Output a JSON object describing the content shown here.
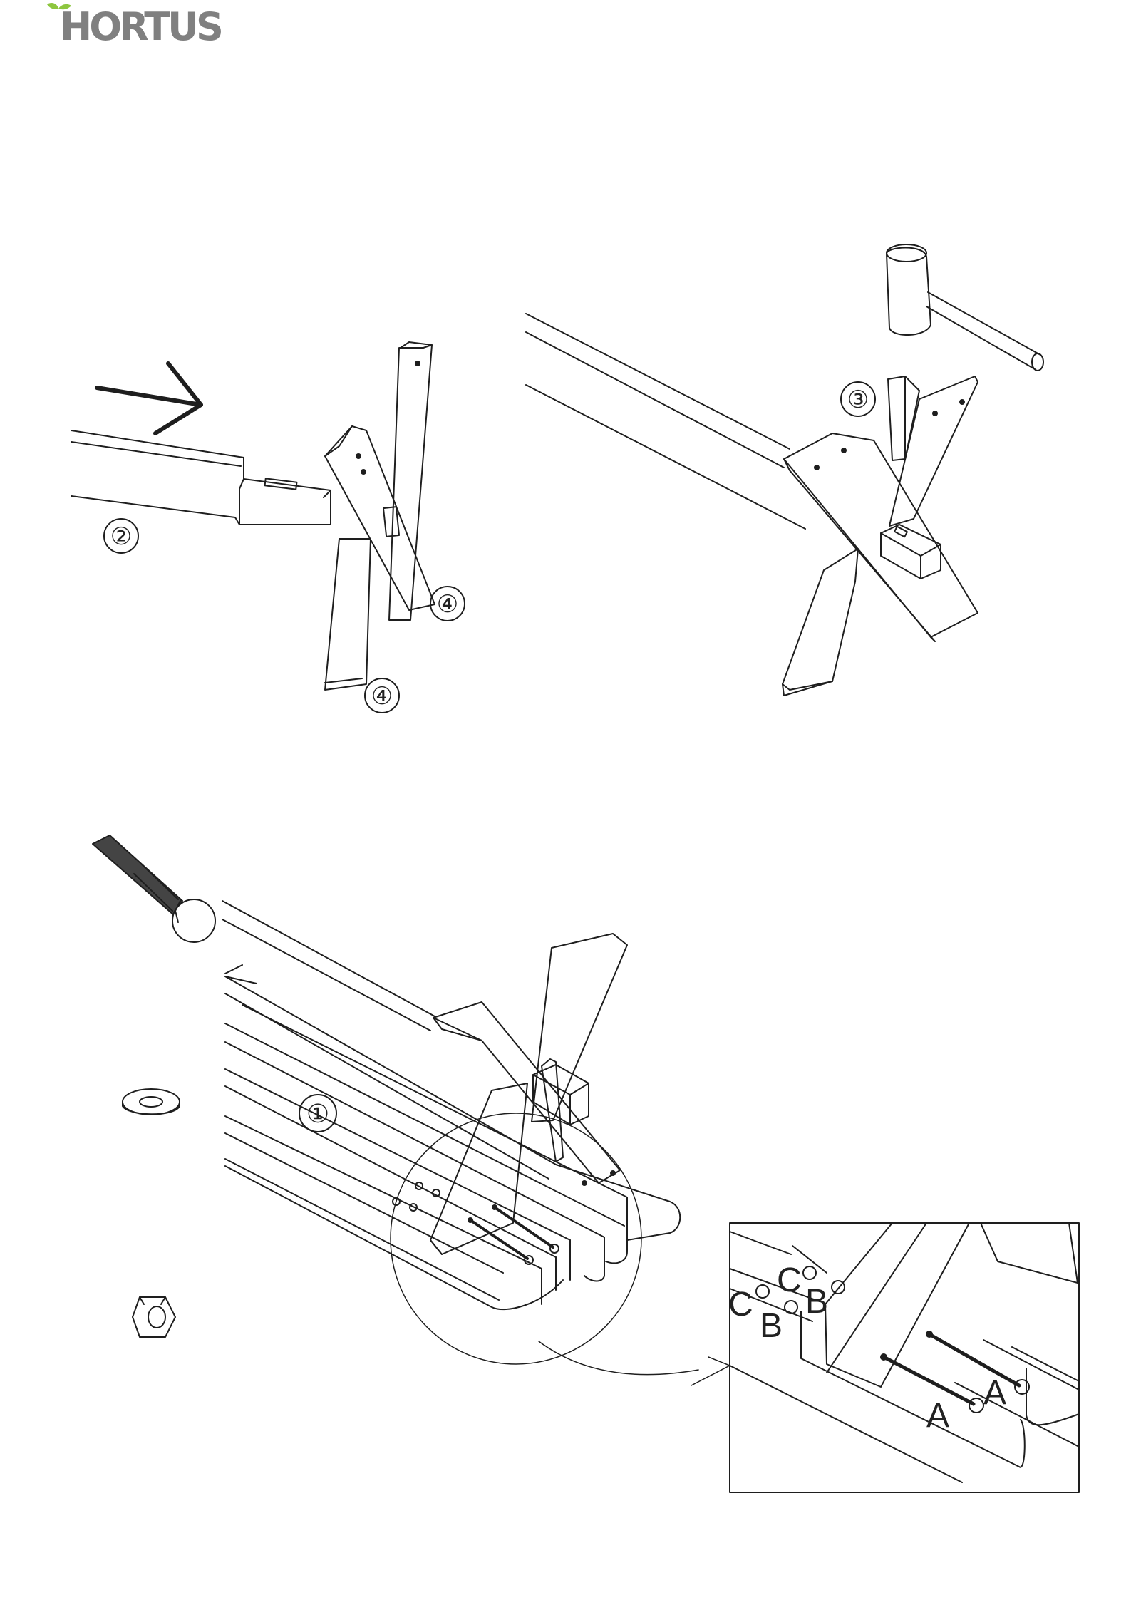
{
  "brand": {
    "name": "HORTUS",
    "accent_color": "#8dc63f",
    "text_color": "#808080"
  },
  "step1": {
    "part_labels": {
      "rail": "②",
      "leg_upper": "④",
      "leg_lower": "④"
    }
  },
  "step2": {
    "part_labels": {
      "wedge": "③"
    }
  },
  "step3": {
    "part_labels": {
      "seat": "①"
    },
    "detail_labels": {
      "c_top": "C",
      "b_top": "B",
      "c_bottom": "C",
      "b_bottom": "B",
      "a_left": "A",
      "a_right": "A"
    }
  }
}
